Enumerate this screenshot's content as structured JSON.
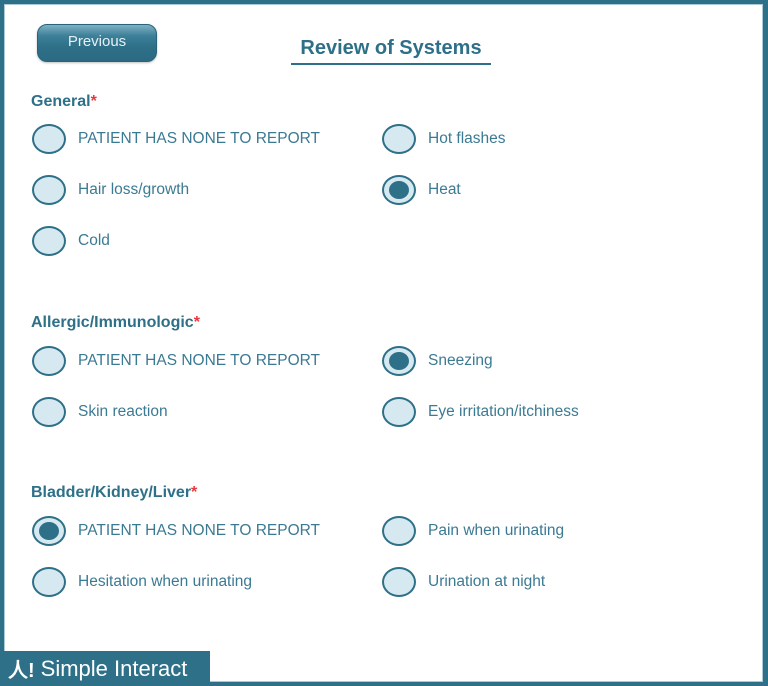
{
  "header": {
    "previous_label": "Previous",
    "title": "Review of Systems"
  },
  "sections": [
    {
      "title": "General",
      "required_mark": "*",
      "options": [
        {
          "label": "PATIENT HAS NONE TO REPORT",
          "checked": false
        },
        {
          "label": "Hot flashes",
          "checked": false
        },
        {
          "label": "Hair loss/growth",
          "checked": false
        },
        {
          "label": "Heat",
          "checked": true
        },
        {
          "label": "Cold",
          "checked": false
        }
      ]
    },
    {
      "title": "Allergic/Immunologic",
      "required_mark": "*",
      "options": [
        {
          "label": "PATIENT HAS NONE TO REPORT",
          "checked": false
        },
        {
          "label": "Sneezing",
          "checked": true
        },
        {
          "label": "Skin reaction",
          "checked": false
        },
        {
          "label": "Eye irritation/itchiness",
          "checked": false
        }
      ]
    },
    {
      "title": "Bladder/Kidney/Liver",
      "required_mark": "*",
      "options": [
        {
          "label": "PATIENT HAS NONE TO REPORT",
          "checked": true
        },
        {
          "label": "Pain when urinating",
          "checked": false
        },
        {
          "label": "Hesitation when urinating",
          "checked": false
        },
        {
          "label": "Urination at night",
          "checked": false
        }
      ]
    }
  ],
  "footer": {
    "logo_icon": "person-exclamation-icon",
    "logo_glyph": "人!",
    "brand": "Simple Interact"
  },
  "colors": {
    "accent": "#2e7088",
    "required": "#e8383d",
    "radio_fill": "#d6e9f1"
  }
}
